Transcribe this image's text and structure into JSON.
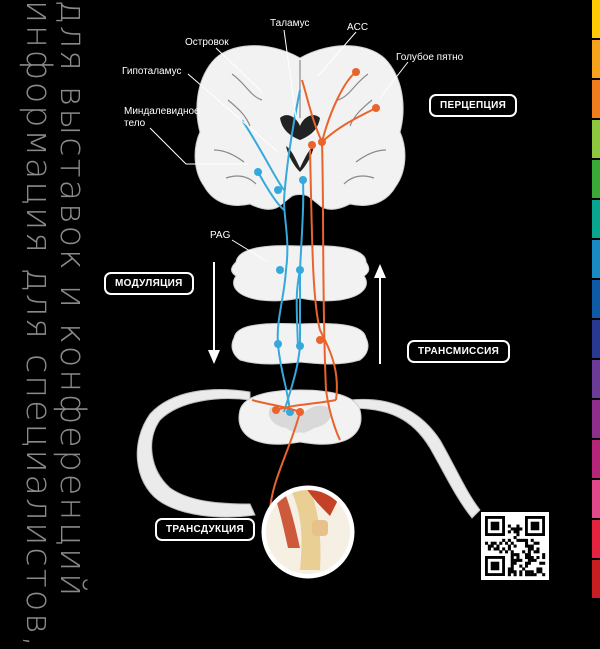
{
  "vertical_text": {
    "line1": "информация для специалистов,",
    "line2": "для выставок и конференций"
  },
  "anatomy_labels": {
    "insula": "Островок",
    "thalamus": "Таламус",
    "acc": "ACC",
    "locus_coeruleus": "Голубое пятно",
    "hypothalamus": "Гипоталамус",
    "amygdala_line1": "Миндалевидное",
    "amygdala_line2": "тело",
    "pag": "PAG"
  },
  "stages": {
    "perception": "ПЕРЦЕПЦИЯ",
    "modulation": "МОДУЛЯЦИЯ",
    "transmission": "ТРАНСМИССИЯ",
    "transduction": "ТРАНСДУКЦИЯ"
  },
  "colors": {
    "background": "#000000",
    "ascending_pathway": "#e8642c",
    "descending_pathway": "#35a8dc",
    "tissue": "#f2f2f2",
    "strip": [
      "#ffcb05",
      "#f7a21b",
      "#ee7d1d",
      "#8dc63f",
      "#3aa935",
      "#0aa58e",
      "#1a8bc2",
      "#0e5aa7",
      "#273a8f",
      "#6a3c98",
      "#8e2f8b",
      "#b5267b",
      "#e2498a",
      "#e3233f",
      "#c71e24"
    ]
  }
}
